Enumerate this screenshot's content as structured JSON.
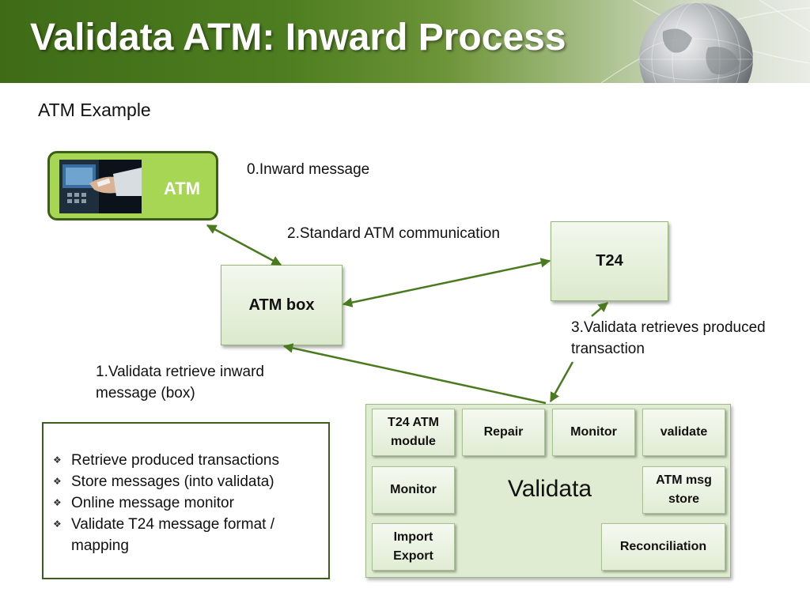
{
  "slide": {
    "title": "Validata ATM: Inward Process",
    "subtitle": "ATM Example"
  },
  "atm": {
    "label": "ATM"
  },
  "boxes": {
    "atm_box": "ATM box",
    "t24": "T24"
  },
  "labels": {
    "step0": "0.Inward message",
    "step1_line1": "1.Validata retrieve inward",
    "step1_line2": "message (box)",
    "step2": "2.Standard ATM communication",
    "step3_line1": "3.Validata retrieves produced",
    "step3_line2": "transaction"
  },
  "validata": {
    "title": "Validata",
    "modules": {
      "t24_atm_module_line1": "T24 ATM",
      "t24_atm_module_line2": "module",
      "repair": "Repair",
      "monitor_top": "Monitor",
      "validate": "validate",
      "monitor_left": "Monitor",
      "atm_msg_store_line1": "ATM msg",
      "atm_msg_store_line2": "store",
      "import_export_line1": "Import",
      "import_export_line2": "Export",
      "reconciliation": "Reconciliation"
    }
  },
  "features": [
    "Retrieve produced transactions",
    "Store messages (into validata)",
    "Online message monitor",
    "Validate T24 message format /",
    "mapping"
  ],
  "colors": {
    "header_green": "#4d7d20",
    "atm_fill": "#a6d653",
    "arrow_green": "#4a7a1e",
    "box_border": "#3b5f16"
  },
  "icons": {
    "globe": "globe-image",
    "atm_photo": "atm-photo-image",
    "bullet": "diamond-bullet-icon"
  }
}
